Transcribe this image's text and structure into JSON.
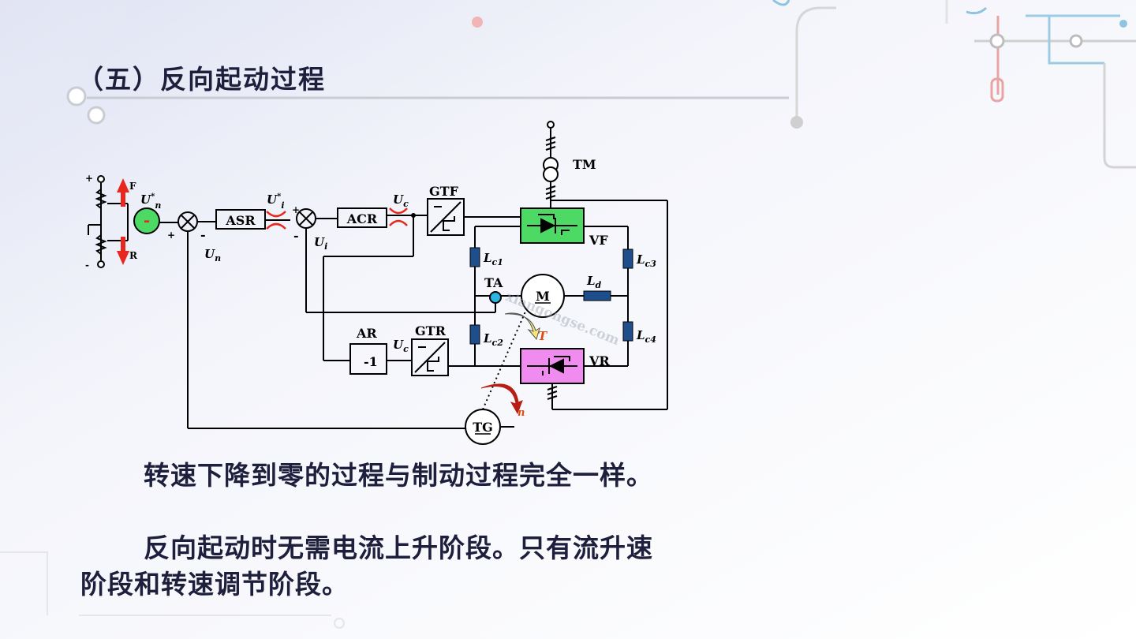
{
  "slide": {
    "title": "（五）反向起动过程",
    "paragraphs": [
      "转速下降到零的过程与制动过程完全一样。",
      "反向起动时无需电流上升阶段。只有流升速阶段和转速调节阶段。"
    ]
  },
  "diagram": {
    "asr": "ASR",
    "acr": "ACR",
    "gtf": "GTF",
    "gtr": "GTR",
    "tm": "TM",
    "vf": "VF",
    "vr": "VR",
    "ta": "TA",
    "motor": "M",
    "tg": "TG",
    "ar": "AR",
    "ar_gain": "-1",
    "ld_main": "L",
    "ld_sub": "d",
    "lc1_main": "L",
    "lc1_sub": "c1",
    "lc2_main": "L",
    "lc2_sub": "c2",
    "lc3_main": "L",
    "lc3_sub": "c3",
    "lc4_main": "L",
    "lc4_sub": "c4",
    "un_star_main": "U",
    "un_star_sup": "*",
    "un_star_sub": "n",
    "ui_star_main": "U",
    "ui_star_sup": "*",
    "ui_star_sub": "i",
    "uc_main": "U",
    "uc_sub": "c",
    "uc_bar_main": "U",
    "uc_bar_sub": "c",
    "ui_main": "U",
    "ui_sub": "i",
    "un_main": "U",
    "un_sub": "n",
    "torque": "T",
    "speed": "n",
    "pot_f": "F",
    "pot_r": "R",
    "sign_minus": "-",
    "sign_plus": "+",
    "watermark": "xiangongse.com",
    "colors": {
      "vf_fill": "#4cd964",
      "vr_fill": "#f08cf0",
      "arrow_red": "#e8281e",
      "inductor": "#1f4e8c",
      "ta_fill": "#2cb5e0",
      "label_orange": "#e04a10",
      "bg_tint": "#e7ebf7"
    }
  }
}
